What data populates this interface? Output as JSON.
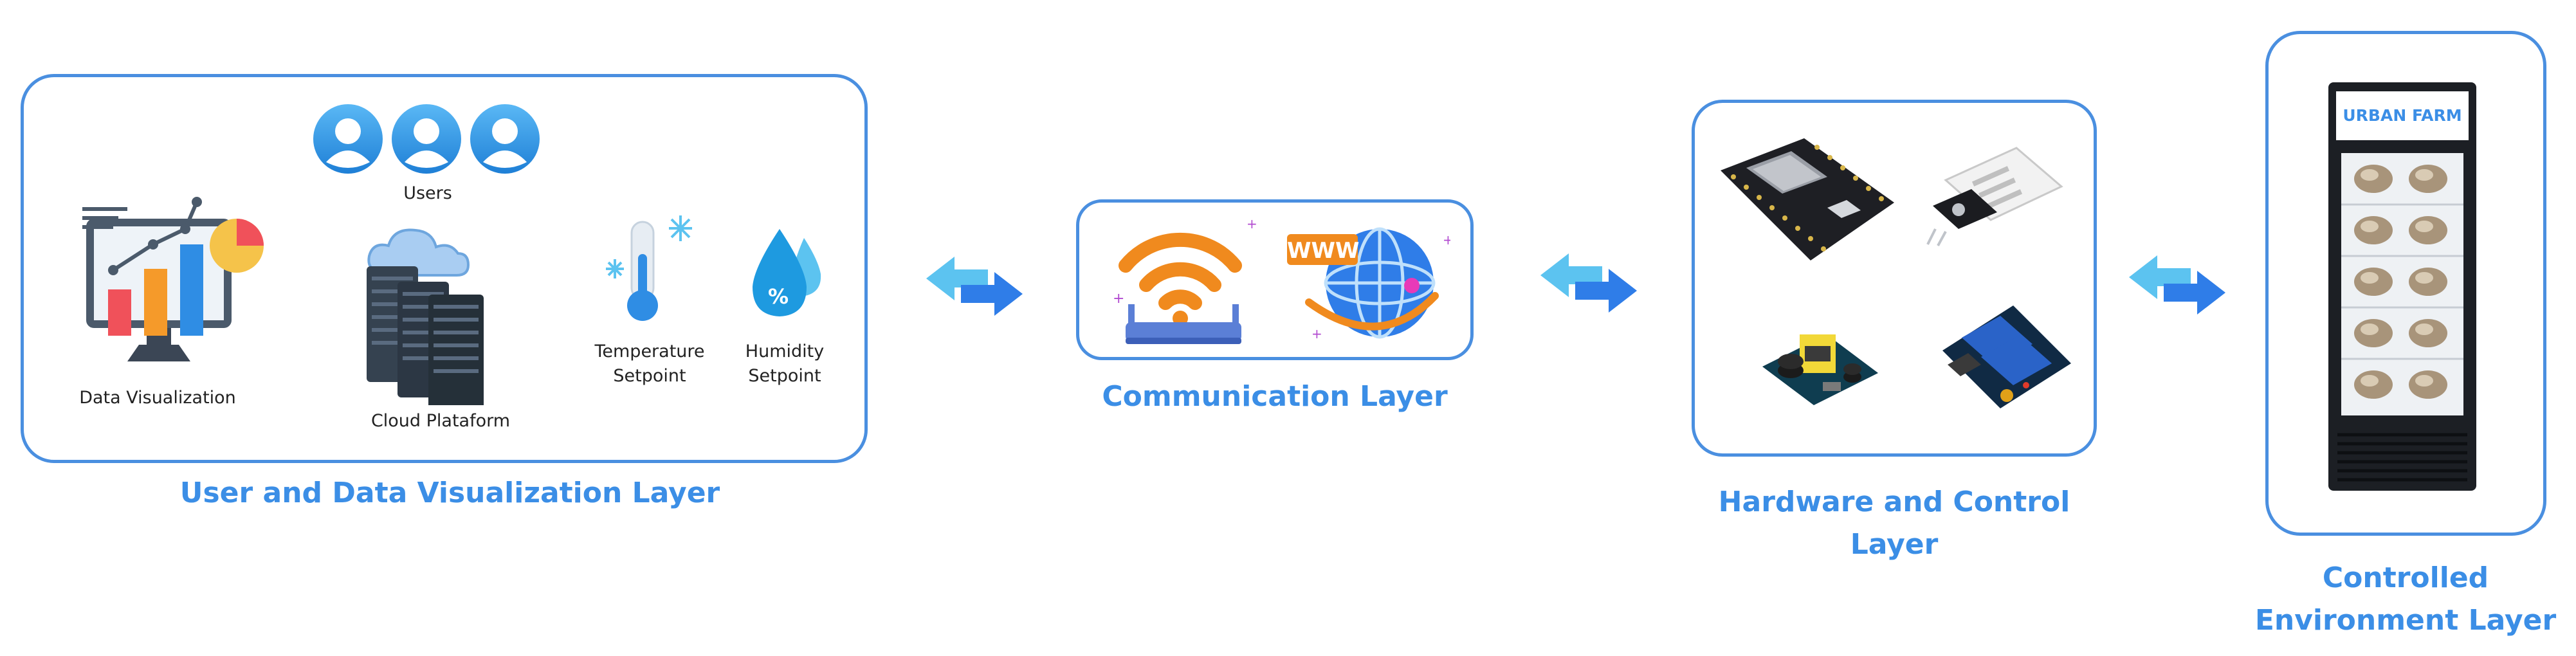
{
  "layers": {
    "user": {
      "title": "User and Data Visualization Layer",
      "users_label": "Users",
      "dataviz_label": "Data Visualization",
      "cloud_label": "Cloud Plataform",
      "temperature_label_1": "Temperature",
      "temperature_label_2": "Setpoint",
      "humidity_label_1": "Humidity",
      "humidity_label_2": "Setpoint",
      "humidity_symbol": "%"
    },
    "communication": {
      "title": "Communication Layer",
      "www_text": "WWW"
    },
    "hardware": {
      "title_line1": "Hardware and Control",
      "title_line2": "Layer"
    },
    "environment": {
      "title_line1": "Controlled",
      "title_line2": "Environment Layer",
      "sign_text": "URBAN FARM"
    }
  },
  "colors": {
    "accent": "#3b8ee6",
    "border": "#4a8fe0",
    "arrow_light": "#5cc3f0",
    "arrow_dark": "#2f7de8"
  },
  "icons": [
    "users-icon",
    "data-visualization-icon",
    "cloud-server-icon",
    "thermometer-icon",
    "humidity-drop-icon",
    "wifi-router-icon",
    "globe-www-icon",
    "esp32-board-icon",
    "dht-sensor-icon",
    "power-module-icon",
    "relay-module-icon",
    "refrigerator-farm-icon",
    "bidirectional-arrow-icon"
  ]
}
